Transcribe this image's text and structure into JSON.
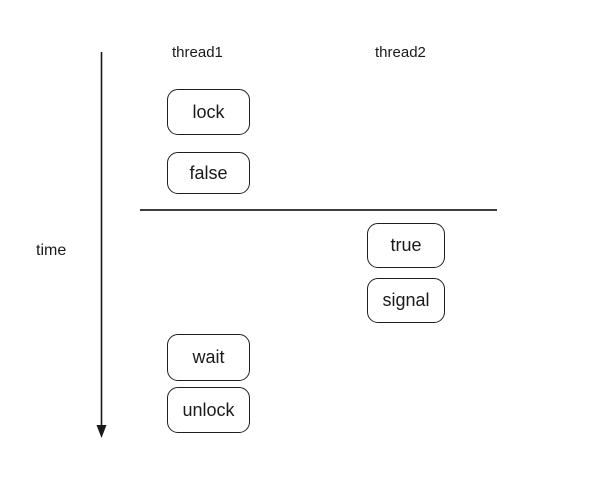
{
  "diagram": {
    "columns": [
      {
        "label": "thread1"
      },
      {
        "label": "thread2"
      }
    ],
    "time_label": "time",
    "boxes": {
      "lock": "lock",
      "false_label": "false",
      "true_label": "true",
      "signal": "signal",
      "wait": "wait",
      "unlock": "unlock"
    },
    "icons": {
      "time_arrow": "down-arrow-icon"
    },
    "colors": {
      "background": "#ffffff",
      "box_border": "#1f1f1f",
      "text": "#1a1a1a",
      "divider": "#3d3d3d",
      "arrow": "#1a1a1a"
    }
  }
}
